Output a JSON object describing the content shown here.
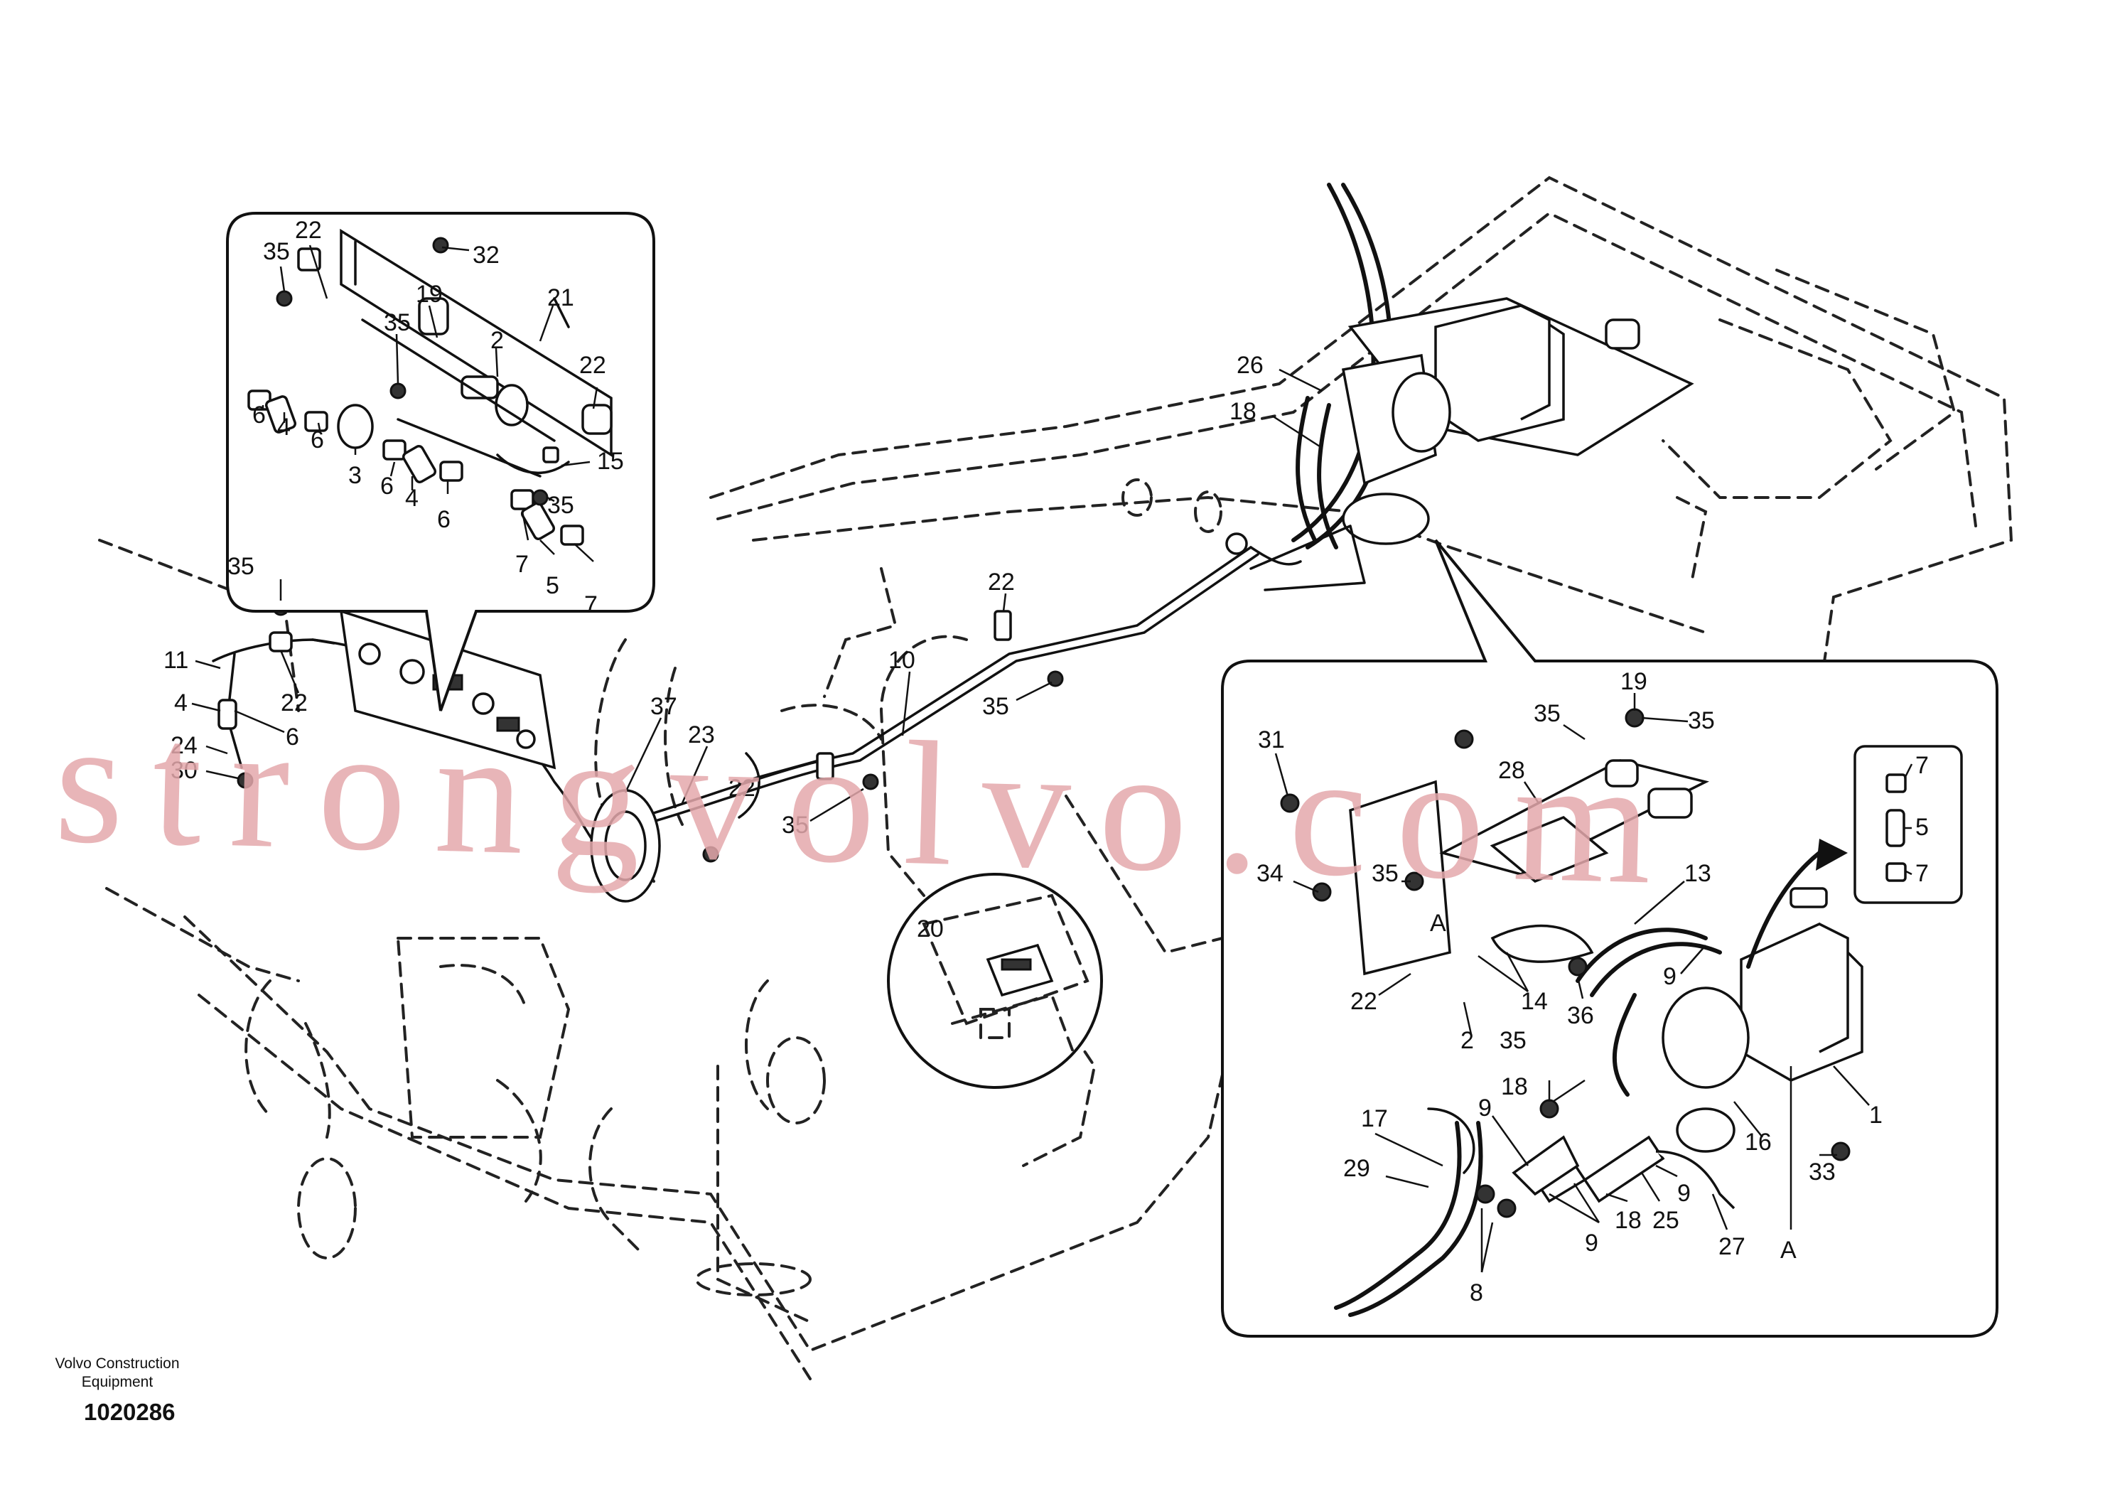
{
  "watermark": "strongvolvo.com",
  "footer": {
    "company_line1": "Volvo Construction",
    "company_line2": "Equipment",
    "doc_number": "1020286"
  },
  "labels": {
    "detail_left": [
      "22",
      "35",
      "32",
      "21",
      "19",
      "35",
      "2",
      "22",
      "6",
      "4",
      "6",
      "3",
      "6",
      "4",
      "6",
      "15",
      "35",
      "7",
      "5",
      "7"
    ],
    "main": [
      "35",
      "11",
      "4",
      "22",
      "6",
      "24",
      "30",
      "37",
      "23",
      "22",
      "35",
      "10",
      "22",
      "35",
      "26",
      "18",
      "20"
    ],
    "detail_right": [
      "31",
      "35",
      "19",
      "35",
      "28",
      "7",
      "5",
      "7",
      "34",
      "35",
      "13",
      "A",
      "9",
      "22",
      "14",
      "2",
      "36",
      "35",
      "18",
      "17",
      "9",
      "29",
      "8",
      "9",
      "18",
      "25",
      "9",
      "27",
      "16",
      "33",
      "1",
      "A"
    ]
  }
}
